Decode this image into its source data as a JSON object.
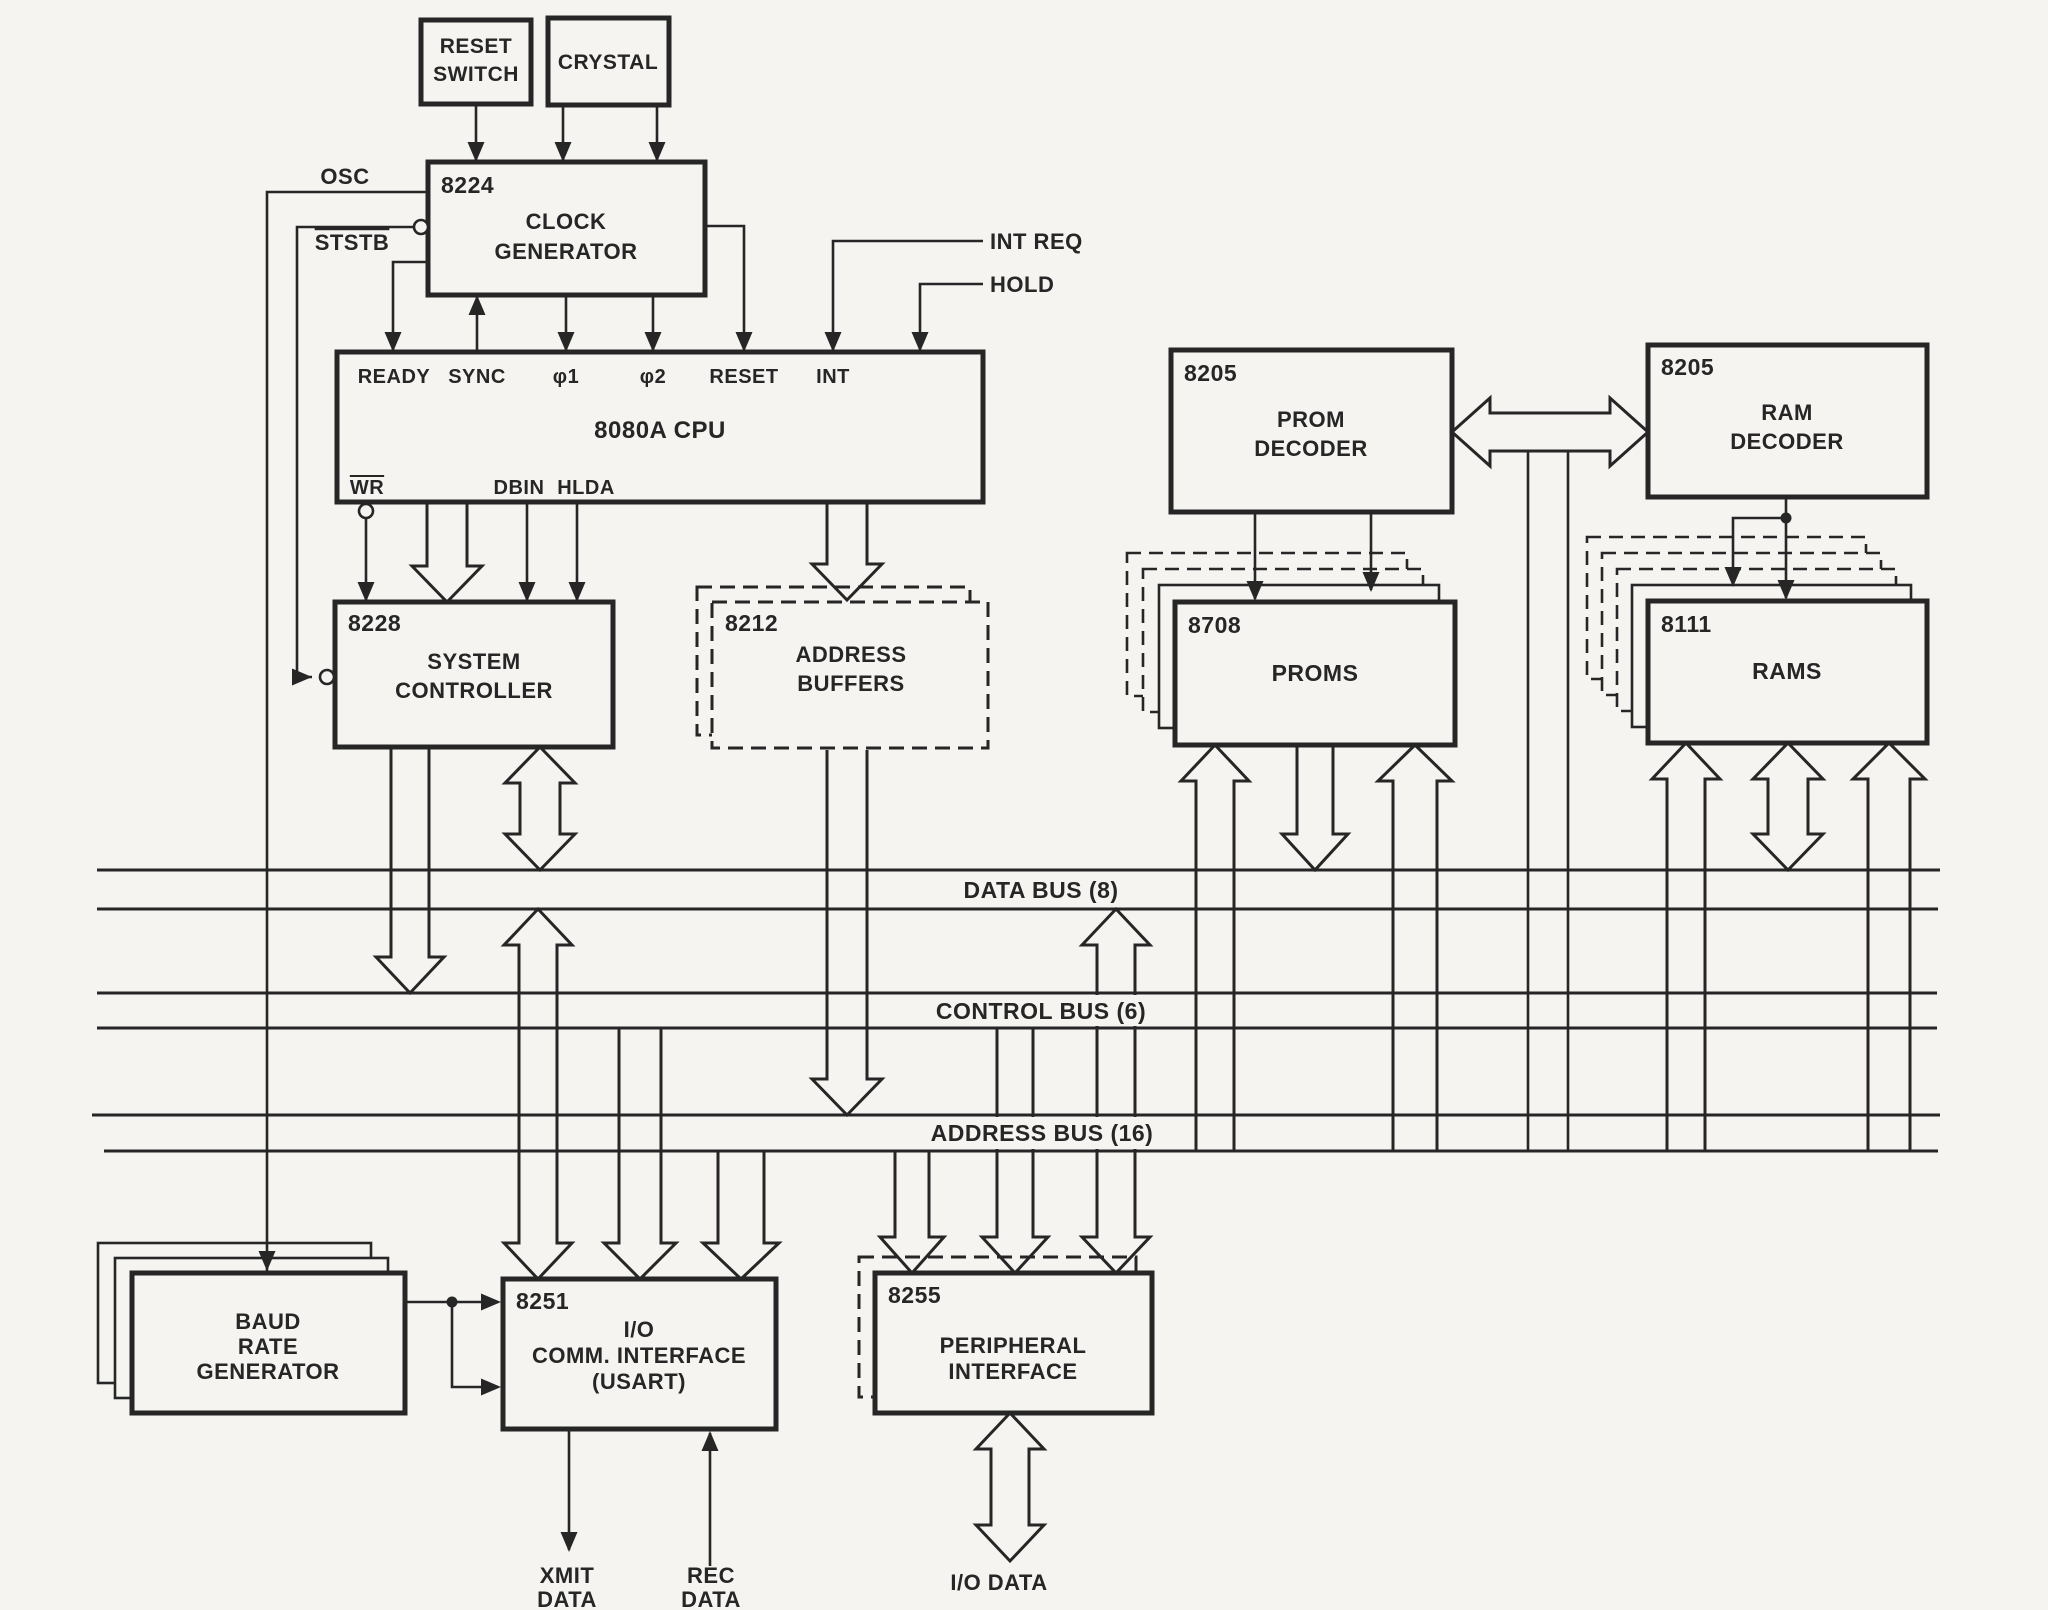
{
  "meta": {
    "description": "8080A microcomputer system block diagram",
    "colors": {
      "paper": "#f5f4f1",
      "ink": "#262626"
    }
  },
  "blocks": {
    "reset_switch": {
      "lines": [
        "RESET",
        "SWITCH"
      ]
    },
    "crystal": {
      "lines": [
        "CRYSTAL"
      ]
    },
    "clock_generator": {
      "part": "8224",
      "lines": [
        "CLOCK",
        "GENERATOR"
      ]
    },
    "cpu": {
      "title": "8080A CPU",
      "pins_top": [
        "READY",
        "SYNC",
        "φ1",
        "φ2",
        "RESET",
        "INT"
      ],
      "pins_bottom": [
        "WR",
        "DBIN",
        "HLDA"
      ]
    },
    "system_controller": {
      "part": "8228",
      "lines": [
        "SYSTEM",
        "CONTROLLER"
      ]
    },
    "address_buffers": {
      "part": "8212",
      "lines": [
        "ADDRESS",
        "BUFFERS"
      ]
    },
    "prom_decoder": {
      "part": "8205",
      "lines": [
        "PROM",
        "DECODER"
      ]
    },
    "ram_decoder": {
      "part": "8205",
      "lines": [
        "RAM",
        "DECODER"
      ]
    },
    "proms": {
      "part": "8708",
      "lines": [
        "PROMS"
      ]
    },
    "rams": {
      "part": "8111",
      "lines": [
        "RAMS"
      ]
    },
    "baud_rate_generator": {
      "lines": [
        "BAUD",
        "RATE",
        "GENERATOR"
      ]
    },
    "usart": {
      "part": "8251",
      "lines": [
        "I/O",
        "COMM. INTERFACE",
        "(USART)"
      ]
    },
    "peripheral_interface": {
      "part": "8255",
      "lines": [
        "PERIPHERAL",
        "INTERFACE"
      ]
    }
  },
  "buses": {
    "data": "DATA BUS (8)",
    "control": "CONTROL BUS (6)",
    "address": "ADDRESS BUS (16)"
  },
  "signals": {
    "osc": "OSC",
    "ststb": "STSTB",
    "int_req": "INT REQ",
    "hold": "HOLD",
    "xmit": [
      "XMIT",
      "DATA"
    ],
    "rec": [
      "REC",
      "DATA"
    ],
    "io_data": "I/O DATA"
  }
}
